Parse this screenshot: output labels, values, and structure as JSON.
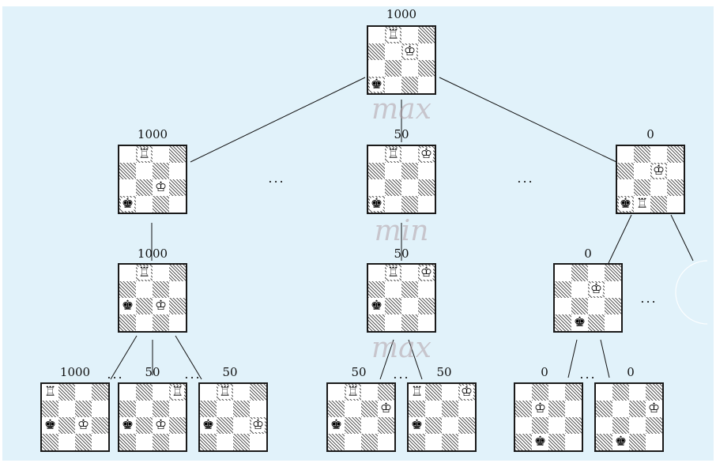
{
  "levels": {
    "l0": "max",
    "l1": "min",
    "l2": "max"
  },
  "ellipsis": "...",
  "nodes": {
    "root": {
      "score": "1000",
      "board": [
        [
          "",
          "R",
          "",
          ""
        ],
        [
          "",
          "",
          "K",
          ""
        ],
        [
          "",
          "",
          "",
          ""
        ],
        [
          "k",
          "",
          "",
          ""
        ]
      ]
    },
    "n1a": {
      "score": "1000",
      "board": [
        [
          "",
          "R",
          "",
          ""
        ],
        [
          "",
          "",
          "",
          ""
        ],
        [
          "",
          "",
          "K",
          ""
        ],
        [
          "k",
          "",
          "",
          ""
        ]
      ]
    },
    "n1b": {
      "score": "50",
      "board": [
        [
          "",
          "R",
          "",
          "K"
        ],
        [
          "",
          "",
          "",
          ""
        ],
        [
          "",
          "",
          "",
          ""
        ],
        [
          "k",
          "",
          "",
          ""
        ]
      ]
    },
    "n1c": {
      "score": "0",
      "board": [
        [
          "",
          "",
          "",
          ""
        ],
        [
          "",
          "",
          "K",
          ""
        ],
        [
          "",
          "",
          "",
          ""
        ],
        [
          "k",
          "R",
          "",
          ""
        ]
      ]
    },
    "n2a": {
      "score": "1000",
      "board": [
        [
          "",
          "R",
          "",
          ""
        ],
        [
          "",
          "",
          "",
          ""
        ],
        [
          "k",
          "",
          "K",
          ""
        ],
        [
          "",
          "",
          "",
          ""
        ]
      ]
    },
    "n2b": {
      "score": "50",
      "board": [
        [
          "",
          "R",
          "",
          "K"
        ],
        [
          "",
          "",
          "",
          ""
        ],
        [
          "k",
          "",
          "",
          ""
        ],
        [
          "",
          "",
          "",
          ""
        ]
      ]
    },
    "n2c": {
      "score": "0",
      "board": [
        [
          "",
          "",
          "",
          ""
        ],
        [
          "",
          "",
          "K",
          ""
        ],
        [
          "",
          "",
          "",
          ""
        ],
        [
          "",
          "k",
          "",
          ""
        ]
      ]
    },
    "n3a": {
      "score": "1000",
      "board": [
        [
          "R",
          "",
          "",
          ""
        ],
        [
          "",
          "",
          "",
          ""
        ],
        [
          "k",
          "",
          "K",
          ""
        ],
        [
          "",
          "",
          "",
          ""
        ]
      ]
    },
    "n3b": {
      "score": "50",
      "board": [
        [
          "",
          "",
          "",
          "R"
        ],
        [
          "",
          "",
          "",
          ""
        ],
        [
          "k",
          "",
          "K",
          ""
        ],
        [
          "",
          "",
          "",
          ""
        ]
      ]
    },
    "n3c": {
      "score": "50",
      "board": [
        [
          "",
          "R",
          "",
          ""
        ],
        [
          "",
          "",
          "",
          ""
        ],
        [
          "k",
          "",
          "",
          "K"
        ],
        [
          "",
          "",
          "",
          ""
        ]
      ]
    },
    "n3d": {
      "score": "50",
      "board": [
        [
          "",
          "R",
          "",
          ""
        ],
        [
          "",
          "",
          "",
          "K"
        ],
        [
          "k",
          "",
          "",
          ""
        ],
        [
          "",
          "",
          "",
          ""
        ]
      ]
    },
    "n3e": {
      "score": "50",
      "board": [
        [
          "R",
          "",
          "",
          "K"
        ],
        [
          "",
          "",
          "",
          ""
        ],
        [
          "k",
          "",
          "",
          ""
        ],
        [
          "",
          "",
          "",
          ""
        ]
      ]
    },
    "n3f": {
      "score": "0",
      "board": [
        [
          "",
          "",
          "",
          ""
        ],
        [
          "",
          "K",
          "",
          ""
        ],
        [
          "",
          "",
          "",
          ""
        ],
        [
          "",
          "k",
          "",
          ""
        ]
      ]
    },
    "n3g": {
      "score": "0",
      "board": [
        [
          "",
          "",
          "",
          ""
        ],
        [
          "",
          "",
          "",
          "K"
        ],
        [
          "",
          "",
          "",
          ""
        ],
        [
          "",
          "k",
          "",
          ""
        ]
      ]
    }
  },
  "glyphs": {
    "R": "♖",
    "K": "♔",
    "k": "♚"
  },
  "colors": {
    "background": "#e1f2fa",
    "edge": "#111111",
    "level_label": "#b2a0a5"
  }
}
